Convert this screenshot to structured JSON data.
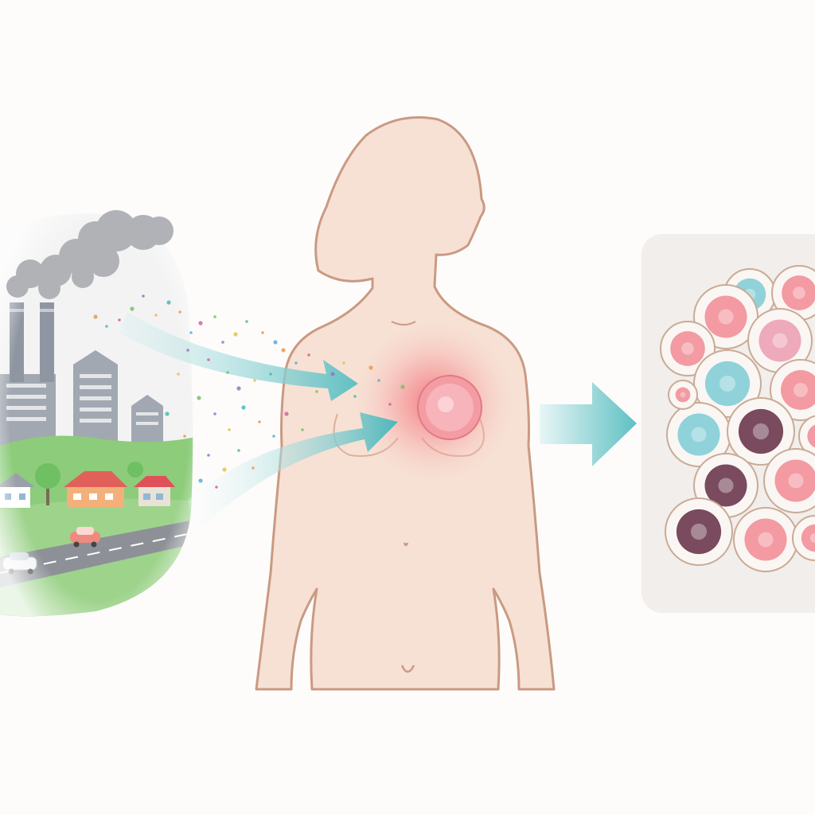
{
  "diagram": {
    "stages": [
      {
        "id": "environment",
        "content": "pollution-scene"
      },
      {
        "id": "exposure",
        "content": "female-body-silhouette"
      },
      {
        "id": "outcome",
        "content": "cell-cluster"
      }
    ],
    "arrows": [
      {
        "from": "environment",
        "to": "exposure"
      },
      {
        "from": "environment",
        "to": "exposure"
      },
      {
        "from": "exposure",
        "to": "outcome"
      }
    ],
    "icons": [
      "factory-icon",
      "smoke-cloud-icon",
      "house-icon",
      "car-icon",
      "tree-icon",
      "road-icon",
      "body-silhouette-icon",
      "cell-icon"
    ]
  },
  "colors": {
    "background": "#fdfcfb",
    "arrow": "#5fc0c3",
    "skin": "#f7e1d4",
    "skin_outline": "#c99a82",
    "inflammation": "#f2666f",
    "smoke": "#a9abb0",
    "building": "#a2a8b2",
    "grass": "#8ccc7a",
    "road": "#8d9197",
    "panel": "#f1eeeb",
    "cell_pink": "#f39aa2",
    "cell_teal": "#8fd2da",
    "cell_plum": "#7a4a5e",
    "cell_rose": "#eea9bb"
  },
  "particle_colors": [
    "#e89b4a",
    "#5aaed6",
    "#d660a0",
    "#7ac06a",
    "#9a72c8",
    "#e6c14a",
    "#4ab8b0"
  ]
}
